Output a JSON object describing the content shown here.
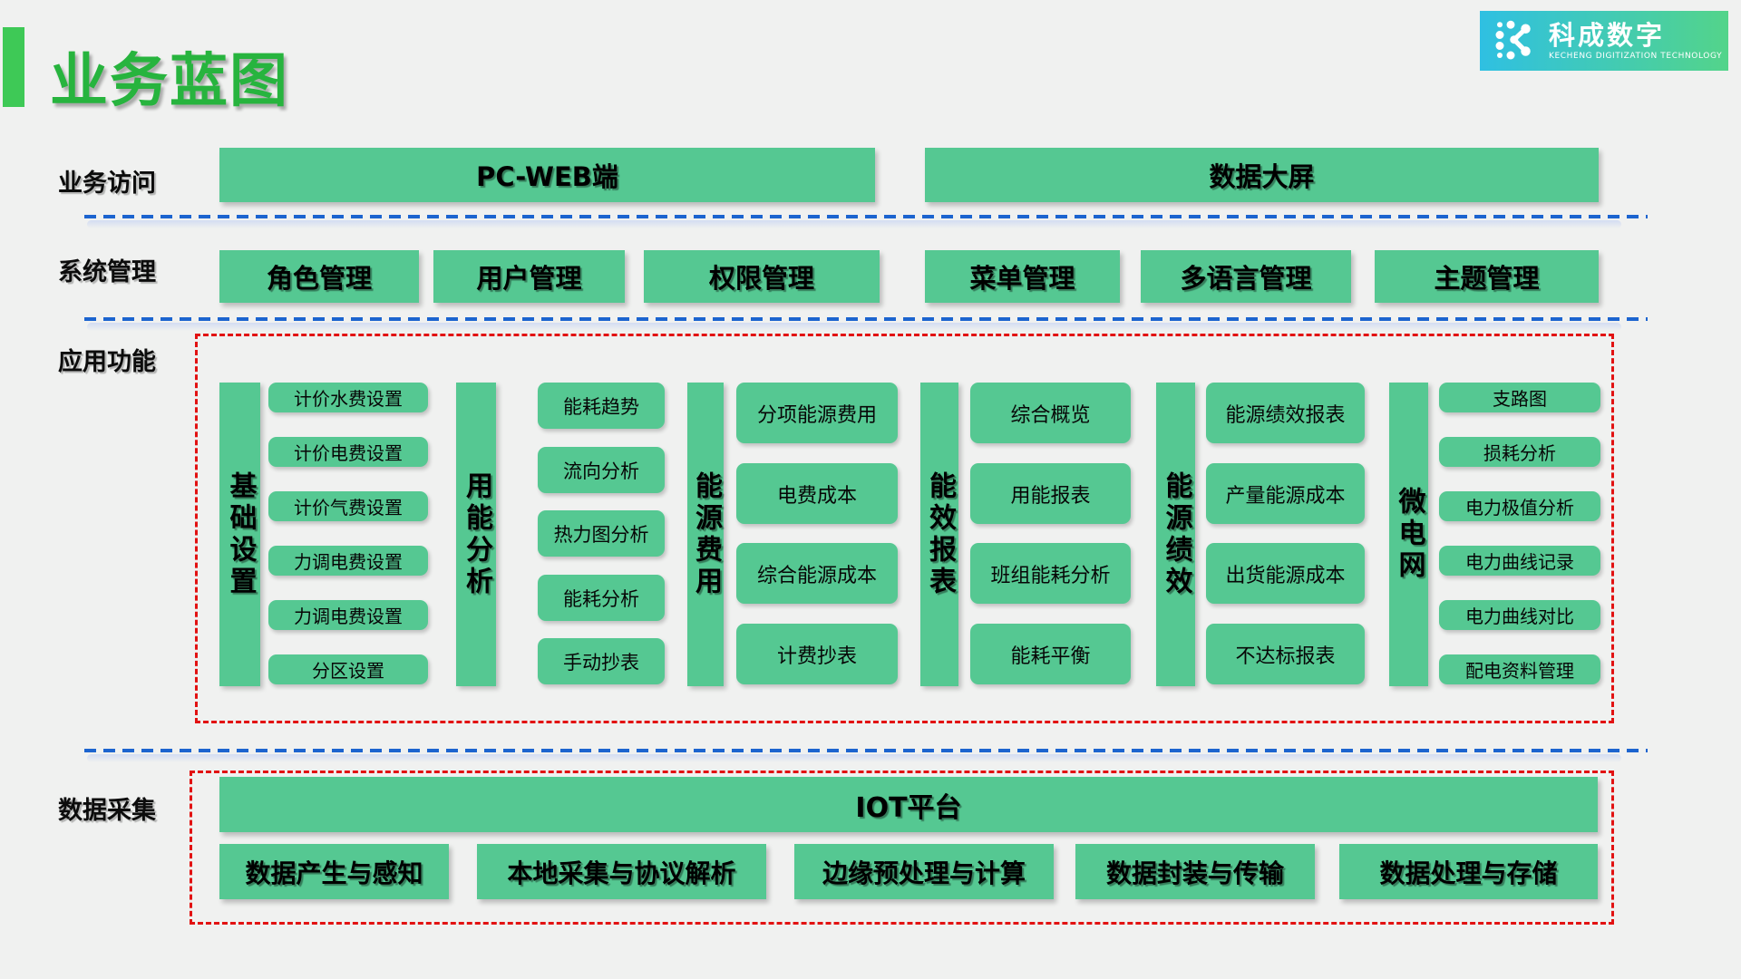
{
  "header": {
    "title": "业务蓝图",
    "logo": {
      "name": "科成数字",
      "subtitle": "KECHENG DIGITIZATION TECHNOLOGY"
    }
  },
  "colors": {
    "title_green": "#27b43e",
    "accent_green": "#3ec956",
    "box_green": "#55c892",
    "blue_dash": "#1c64cf",
    "red_dash": "#e21212",
    "background": "#f0f1f0",
    "logo_gradient_start": "#2fc0e2",
    "logo_gradient_end": "#53d48a"
  },
  "rows": {
    "access": {
      "label": "业务访问",
      "items": [
        "PC-WEB端",
        "数据大屏"
      ]
    },
    "system": {
      "label": "系统管理",
      "items": [
        "角色管理",
        "用户管理",
        "权限管理",
        "菜单管理",
        "多语言管理",
        "主题管理"
      ]
    },
    "app": {
      "label": "应用功能",
      "columns": [
        {
          "title": "基础设置",
          "items": [
            "计价水费设置",
            "计价电费设置",
            "计价气费设置",
            "力调电费设置",
            "力调电费设置",
            "分区设置"
          ]
        },
        {
          "title": "用能分析",
          "items": [
            "能耗趋势",
            "流向分析",
            "热力图分析",
            "能耗分析",
            "手动抄表"
          ]
        },
        {
          "title": "能源费用",
          "items": [
            "分项能源费用",
            "电费成本",
            "综合能源成本",
            "计费抄表"
          ]
        },
        {
          "title": "能效报表",
          "items": [
            "综合概览",
            "用能报表",
            "班组能耗分析",
            "能耗平衡"
          ]
        },
        {
          "title": "能源绩效",
          "items": [
            "能源绩效报表",
            "产量能源成本",
            "出货能源成本",
            "不达标报表"
          ]
        },
        {
          "title": "微电网",
          "items": [
            "支路图",
            "损耗分析",
            "电力极值分析",
            "电力曲线记录",
            "电力曲线对比",
            "配电资料管理"
          ]
        }
      ]
    },
    "collect": {
      "label": "数据采集",
      "platform": "IOT平台",
      "items": [
        "数据产生与感知",
        "本地采集与协议解析",
        "边缘预处理与计算",
        "数据封装与传输",
        "数据处理与存储"
      ]
    }
  }
}
